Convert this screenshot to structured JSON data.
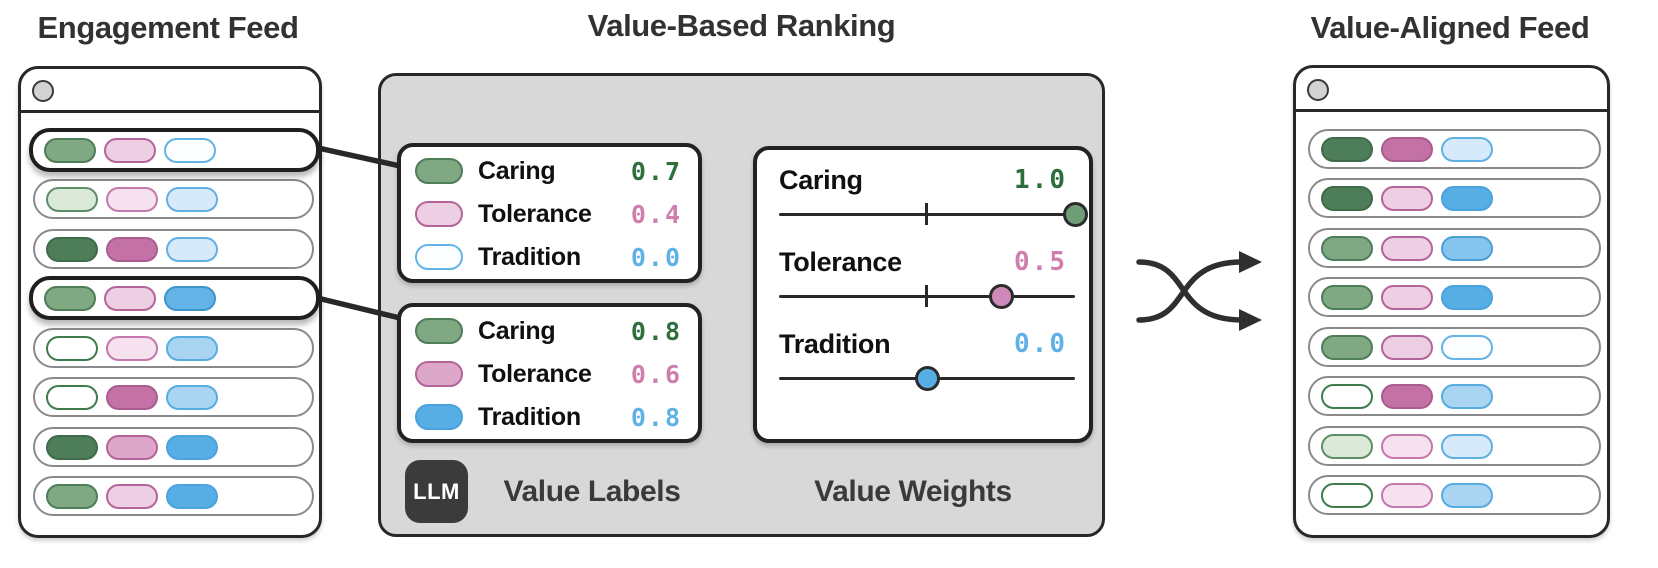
{
  "titles": {
    "left": "Engagement Feed",
    "middle": "Value-Based Ranking",
    "right": "Value-Aligned Feed"
  },
  "panel": {
    "llm_label": "LLM",
    "labels_caption": "Value Labels",
    "weights_caption": "Value Weights"
  },
  "palette": {
    "ink": "#282828",
    "panel_bg": "#d8d8d8",
    "row_border": "#8a8a8a",
    "window_dot": "#d2d2d2",
    "llm_chip_bg": "#3b3b3b",
    "pill_styles": {
      "green-dark": {
        "fill": "#4e7d59",
        "border": "#3f6b4a"
      },
      "green-mid": {
        "fill": "#7fa883",
        "border": "#4e7d59"
      },
      "green-light": {
        "fill": "#dbe9d8",
        "border": "#5d8f67"
      },
      "green-outline": {
        "fill": "#ffffff",
        "border": "#3f7c4d"
      },
      "pink-dark": {
        "fill": "#c471a6",
        "border": "#a95c90"
      },
      "pink-mid": {
        "fill": "#dda7c9",
        "border": "#b4649b"
      },
      "pink-light": {
        "fill": "#eccfe2",
        "border": "#b4649b"
      },
      "pink-verylight": {
        "fill": "#f6e2ef",
        "border": "#c478ab"
      },
      "blue-strong": {
        "fill": "#57aee5",
        "border": "#4aa3dc"
      },
      "blue-mid": {
        "fill": "#64b3e6",
        "border": "#3d95ce"
      },
      "blue-midlight": {
        "fill": "#85c4ec",
        "border": "#4aa0d6"
      },
      "blue-light": {
        "fill": "#a9d5f3",
        "border": "#57ace0"
      },
      "blue-verylight": {
        "fill": "#d7eafb",
        "border": "#60b1e2"
      },
      "blue-white": {
        "fill": "#fbfdff",
        "border": "#63b4e5"
      }
    },
    "value_colors": {
      "green": "#2e6f3e",
      "pink": "#cf7fae",
      "blue": "#5fb2e6"
    },
    "handle_colors": {
      "green": "#6f9d77",
      "pink": "#cf8ab9",
      "blue": "#57aee5"
    }
  },
  "left_feed": {
    "rows": [
      {
        "highlighted": true,
        "pills": [
          "green-mid",
          "pink-light",
          "blue-white"
        ]
      },
      {
        "highlighted": false,
        "pills": [
          "green-light",
          "pink-verylight",
          "blue-verylight"
        ]
      },
      {
        "highlighted": false,
        "pills": [
          "green-dark",
          "pink-dark",
          "blue-verylight"
        ]
      },
      {
        "highlighted": true,
        "pills": [
          "green-mid",
          "pink-light",
          "blue-mid"
        ]
      },
      {
        "highlighted": false,
        "pills": [
          "green-outline",
          "pink-verylight",
          "blue-light"
        ]
      },
      {
        "highlighted": false,
        "pills": [
          "green-outline",
          "pink-dark",
          "blue-light"
        ]
      },
      {
        "highlighted": false,
        "pills": [
          "green-dark",
          "pink-mid",
          "blue-strong"
        ]
      },
      {
        "highlighted": false,
        "pills": [
          "green-mid",
          "pink-light",
          "blue-strong"
        ]
      }
    ]
  },
  "right_feed": {
    "rows": [
      {
        "highlighted": false,
        "pills": [
          "green-dark",
          "pink-dark",
          "blue-verylight"
        ]
      },
      {
        "highlighted": false,
        "pills": [
          "green-dark",
          "pink-light",
          "blue-strong"
        ]
      },
      {
        "highlighted": false,
        "pills": [
          "green-mid",
          "pink-light",
          "blue-midlight"
        ]
      },
      {
        "highlighted": false,
        "pills": [
          "green-mid",
          "pink-light",
          "blue-strong"
        ]
      },
      {
        "highlighted": false,
        "pills": [
          "green-mid",
          "pink-light",
          "blue-white"
        ]
      },
      {
        "highlighted": false,
        "pills": [
          "green-outline",
          "pink-dark",
          "blue-light"
        ]
      },
      {
        "highlighted": false,
        "pills": [
          "green-light",
          "pink-verylight",
          "blue-verylight"
        ]
      },
      {
        "highlighted": false,
        "pills": [
          "green-outline",
          "pink-verylight",
          "blue-light"
        ]
      }
    ]
  },
  "value_cards": [
    {
      "rows": [
        {
          "pill": "green-mid",
          "label": "Caring",
          "value": "0.7",
          "color": "green"
        },
        {
          "pill": "pink-light",
          "label": "Tolerance",
          "value": "0.4",
          "color": "pink"
        },
        {
          "pill": "blue-white",
          "label": "Tradition",
          "value": "0.0",
          "color": "blue"
        }
      ]
    },
    {
      "rows": [
        {
          "pill": "green-mid",
          "label": "Caring",
          "value": "0.8",
          "color": "green"
        },
        {
          "pill": "pink-mid",
          "label": "Tolerance",
          "value": "0.6",
          "color": "pink"
        },
        {
          "pill": "blue-strong",
          "label": "Tradition",
          "value": "0.8",
          "color": "blue"
        }
      ]
    }
  ],
  "weights": {
    "rows": [
      {
        "label": "Caring",
        "value": "1.0",
        "color": "green",
        "position": 1.0
      },
      {
        "label": "Tolerance",
        "value": "0.5",
        "color": "pink",
        "position": 0.75
      },
      {
        "label": "Tradition",
        "value": "0.0",
        "color": "blue",
        "position": 0.5
      }
    ]
  }
}
